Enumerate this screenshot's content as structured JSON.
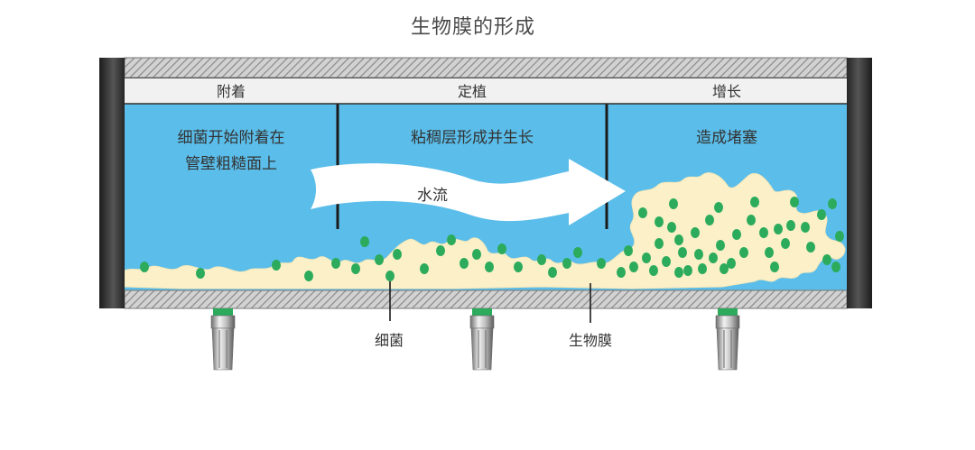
{
  "title": "生物膜的形成",
  "stages": [
    {
      "label": "附着",
      "desc_lines": [
        "细菌开始附着在",
        "管壁粗糙面上"
      ]
    },
    {
      "label": "定植",
      "desc_lines": [
        "粘稠层形成并生长"
      ]
    },
    {
      "label": "增长",
      "desc_lines": [
        "造成堵塞"
      ]
    }
  ],
  "flow_label": "水流",
  "annotations": {
    "bacteria": "细菌",
    "biofilm": "生物膜"
  },
  "colors": {
    "water": "#5bbde9",
    "biofilm": "#fbf0c8",
    "bacteria": "#2bab5b",
    "header_band": "#f1f1f1",
    "hatch": "#9a9a9a",
    "cap": "#2e2e2e",
    "nozzle_tip": "#2bab5b"
  }
}
